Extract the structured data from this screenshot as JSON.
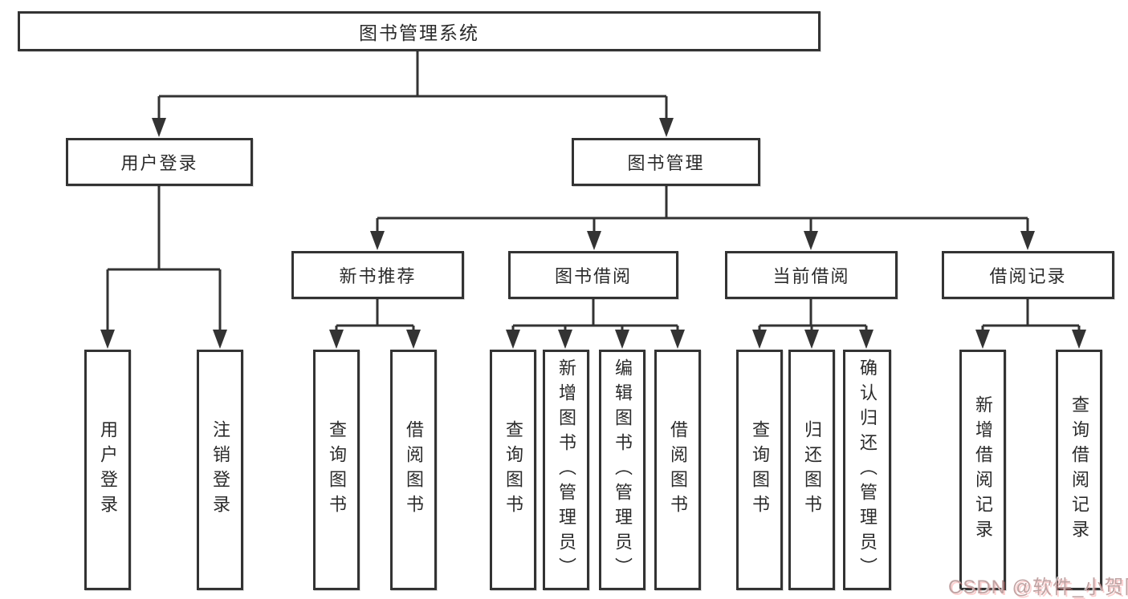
{
  "diagram": {
    "type": "hierarchy",
    "tree": {
      "root": {
        "label": "图书管理系统"
      },
      "branches": [
        {
          "label": "用户登录",
          "children": [
            {
              "label": "用户登录"
            },
            {
              "label": "注销登录"
            }
          ]
        },
        {
          "label": "图书管理",
          "children": [
            {
              "label": "新书推荐",
              "children": [
                {
                  "label": "查询图书"
                },
                {
                  "label": "借阅图书"
                }
              ]
            },
            {
              "label": "图书借阅",
              "children": [
                {
                  "label": "查询图书"
                },
                {
                  "label": "新增图书（管理员）"
                },
                {
                  "label": "编辑图书（管理员）"
                },
                {
                  "label": "借阅图书"
                }
              ]
            },
            {
              "label": "当前借阅",
              "children": [
                {
                  "label": "查询图书"
                },
                {
                  "label": "归还图书"
                },
                {
                  "label": "确认归还（管理员）"
                }
              ]
            },
            {
              "label": "借阅记录",
              "children": [
                {
                  "label": "新增借阅记录"
                },
                {
                  "label": "查询借阅记录"
                }
              ]
            }
          ]
        }
      ]
    },
    "colors": {
      "line": "#333333",
      "box_border": "#333333",
      "text": "#2b2b2b",
      "background": "#ffffff",
      "watermark": "#bfa3a3"
    }
  },
  "watermark": {
    "text": "CSDN @软件_小贺同学"
  }
}
